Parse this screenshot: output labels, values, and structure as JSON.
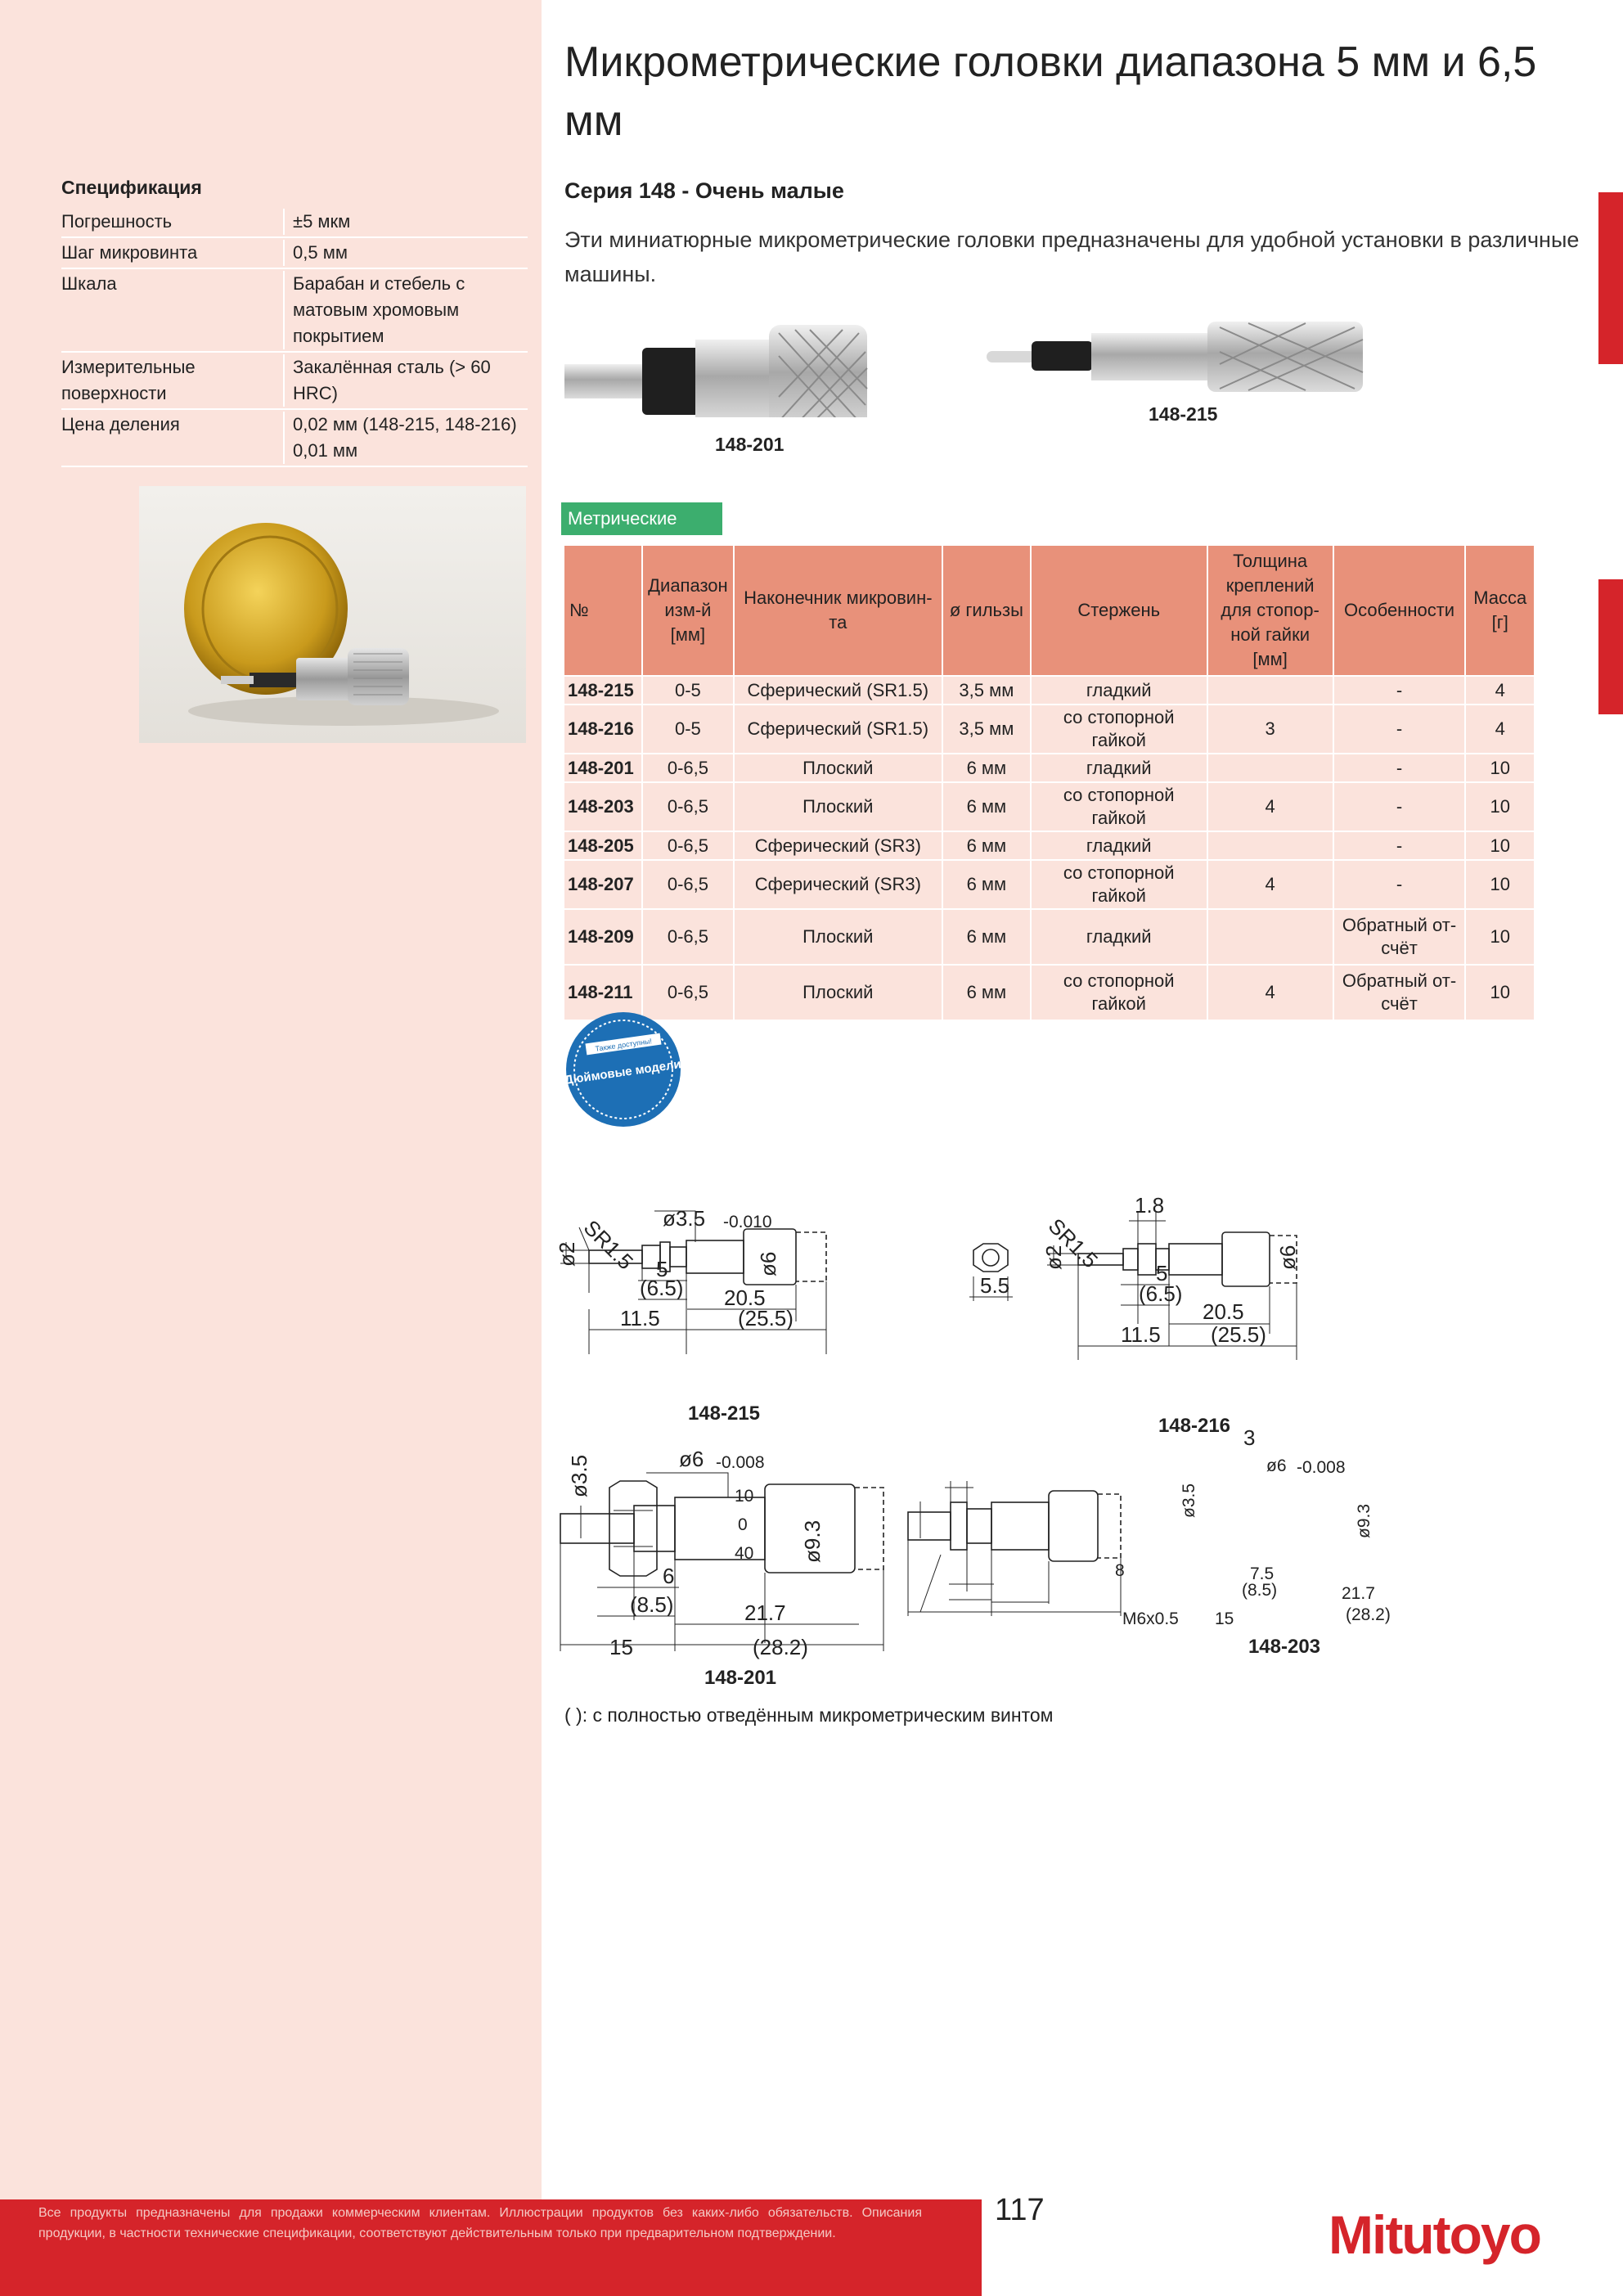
{
  "title": "Микрометрические головки диапазона 5 мм и 6,5 мм",
  "series": "Серия 148 - Очень малые",
  "intro": "Эти миниатюрные микрометрические головки предназначены для удобной установки в различные машины.",
  "spec": {
    "heading": "Спецификация",
    "rows": [
      {
        "k": "Погрешность",
        "v": "±5 мкм"
      },
      {
        "k": "Шаг микровинта",
        "v": "0,5 мм"
      },
      {
        "k": "Шкала",
        "v": "Барабан и стебель с матовым хромовым покрытием"
      },
      {
        "k": "Измерительные поверхности",
        "v": "Закалённая сталь (> 60 HRC)"
      },
      {
        "k": "Цена деления",
        "v": "0,02 мм (148-215, 148-216) 0,01 мм"
      }
    ]
  },
  "photos": {
    "p1": "148-201",
    "p2": "148-215"
  },
  "table": {
    "badge": "Метрические",
    "headers": [
      "№",
      "Диапазон изм-й [мм]",
      "Наконечник микровин- та",
      "ø гильзы",
      "Стержень",
      "Толщина креплений для стопор- ной гайки [мм]",
      "Особенности",
      "Масса [г]"
    ],
    "rows": [
      [
        "148-215",
        "0-5",
        "Сферический (SR1.5)",
        "3,5 мм",
        "гладкий",
        "",
        "-",
        "4"
      ],
      [
        "148-216",
        "0-5",
        "Сферический (SR1.5)",
        "3,5 мм",
        "со стопорной гайкой",
        "3",
        "-",
        "4"
      ],
      [
        "148-201",
        "0-6,5",
        "Плоский",
        "6 мм",
        "гладкий",
        "",
        "-",
        "10"
      ],
      [
        "148-203",
        "0-6,5",
        "Плоский",
        "6 мм",
        "со стопорной гайкой",
        "4",
        "-",
        "10"
      ],
      [
        "148-205",
        "0-6,5",
        "Сферический (SR3)",
        "6 мм",
        "гладкий",
        "",
        "-",
        "10"
      ],
      [
        "148-207",
        "0-6,5",
        "Сферический (SR3)",
        "6 мм",
        "со стопорной гайкой",
        "4",
        "-",
        "10"
      ],
      [
        "148-209",
        "0-6,5",
        "Плоский",
        "6 мм",
        "гладкий",
        "",
        "Обратный от- счёт",
        "10"
      ],
      [
        "148-211",
        "0-6,5",
        "Плоский",
        "6 мм",
        "со стопорной гайкой",
        "4",
        "Обратный от- счёт",
        "10"
      ]
    ]
  },
  "badge": {
    "top": "Также доступны!",
    "main": "Дюймовые модели"
  },
  "drawings": {
    "d215": {
      "cap": "148-215",
      "sr": "SR1.5",
      "dia": "ø3.5",
      "tol": "-0.010",
      "d2": "ø2",
      "d6": "ø6",
      "n5": "5",
      "n65": "(6.5)",
      "n205": "20.5",
      "n115": "11.5",
      "n255": "(25.5)"
    },
    "d216": {
      "cap": "148-216",
      "sr": "SR1.5",
      "n18": "1.8",
      "d2": "ø2",
      "d6": "ø6",
      "n55": "5.5",
      "n5": "5",
      "n65": "(6.5)",
      "n205": "20.5",
      "n115": "11.5",
      "n255": "(25.5)"
    },
    "d201": {
      "cap": "148-201",
      "d35": "ø3.5",
      "d6": "ø6",
      "tol": "-0.008",
      "d93": "ø9.3",
      "n6": "6",
      "n85": "(8.5)",
      "n217": "21.7",
      "n15": "15",
      "n282": "(28.2)",
      "s10": "10",
      "s0": "0",
      "s40": "40"
    },
    "d203": {
      "cap": "148-203",
      "n3": "3",
      "d6": "ø6",
      "tol": "-0.008",
      "d35": "ø3.5",
      "d93": "ø9.3",
      "n8": "8",
      "n75": "7.5",
      "n85": "(8.5)",
      "n217": "21.7",
      "m6": "M6x0.5",
      "n15": "15",
      "n282": "(28.2)"
    }
  },
  "note": "( ): с полностью отведённым микрометрическим винтом",
  "footer": {
    "disclaimer": "Все продукты предназначены для продажи коммерческим клиентам. Иллюстрации продуктов без каких-либо обязательств. Описания продукции, в частности технические спецификации, соответствуют действительным только при предварительном подтверждении.",
    "page": "117",
    "logo": "Mitutoyo"
  },
  "colors": {
    "accent": "#d5242a",
    "panel": "#fbe3dc",
    "header": "#e8917a",
    "badge": "#3cae6e"
  }
}
